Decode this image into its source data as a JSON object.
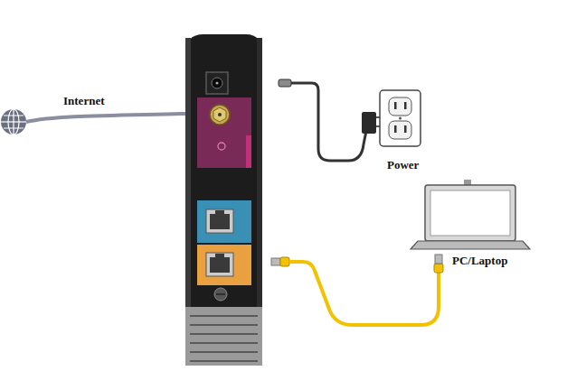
{
  "diagram": {
    "labels": [
      "Internet",
      "Power",
      "PC/Laptop"
    ]
  }
}
